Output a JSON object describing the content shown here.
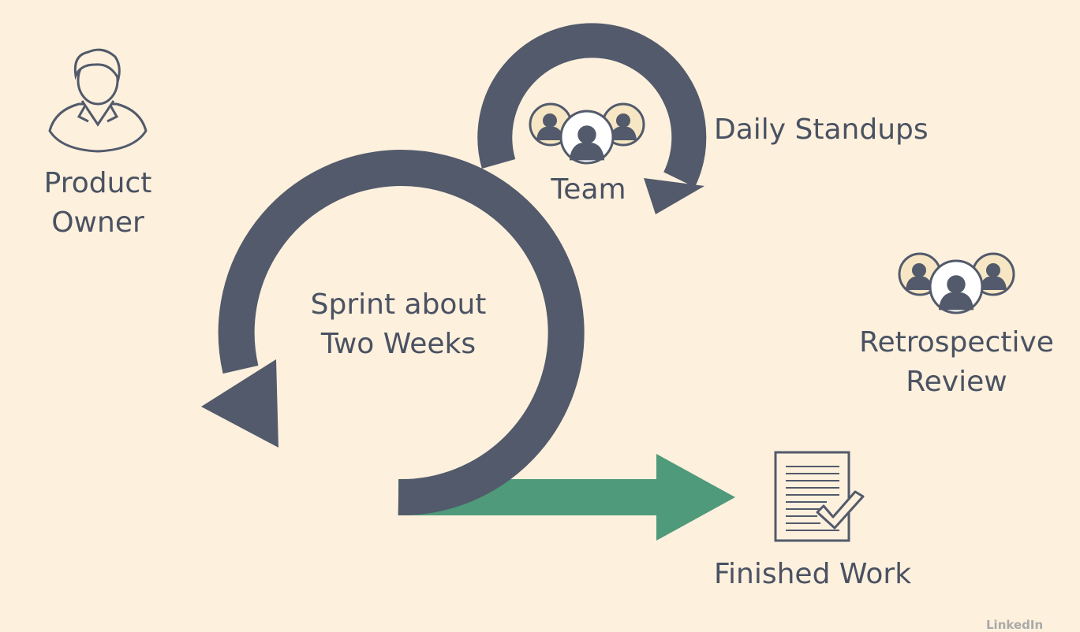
{
  "labels": {
    "product_owner": [
      "Product",
      "Owner"
    ],
    "team": "Team",
    "daily_standups": "Daily Standups",
    "sprint": [
      "Sprint about",
      "Two Weeks"
    ],
    "retrospective": [
      "Retrospective",
      "Review"
    ],
    "finished_work": "Finished Work"
  },
  "watermark": "LinkedIn",
  "colors": {
    "background": "#fdf0dd",
    "loop": "#525a6b",
    "progress_arrow": "#4e9a7b",
    "text": "#4a5262",
    "avatar_fill": "#f6e6c3"
  },
  "icons": [
    "product-owner-icon",
    "team-icon",
    "retrospective-team-icon",
    "finished-work-document-icon"
  ]
}
